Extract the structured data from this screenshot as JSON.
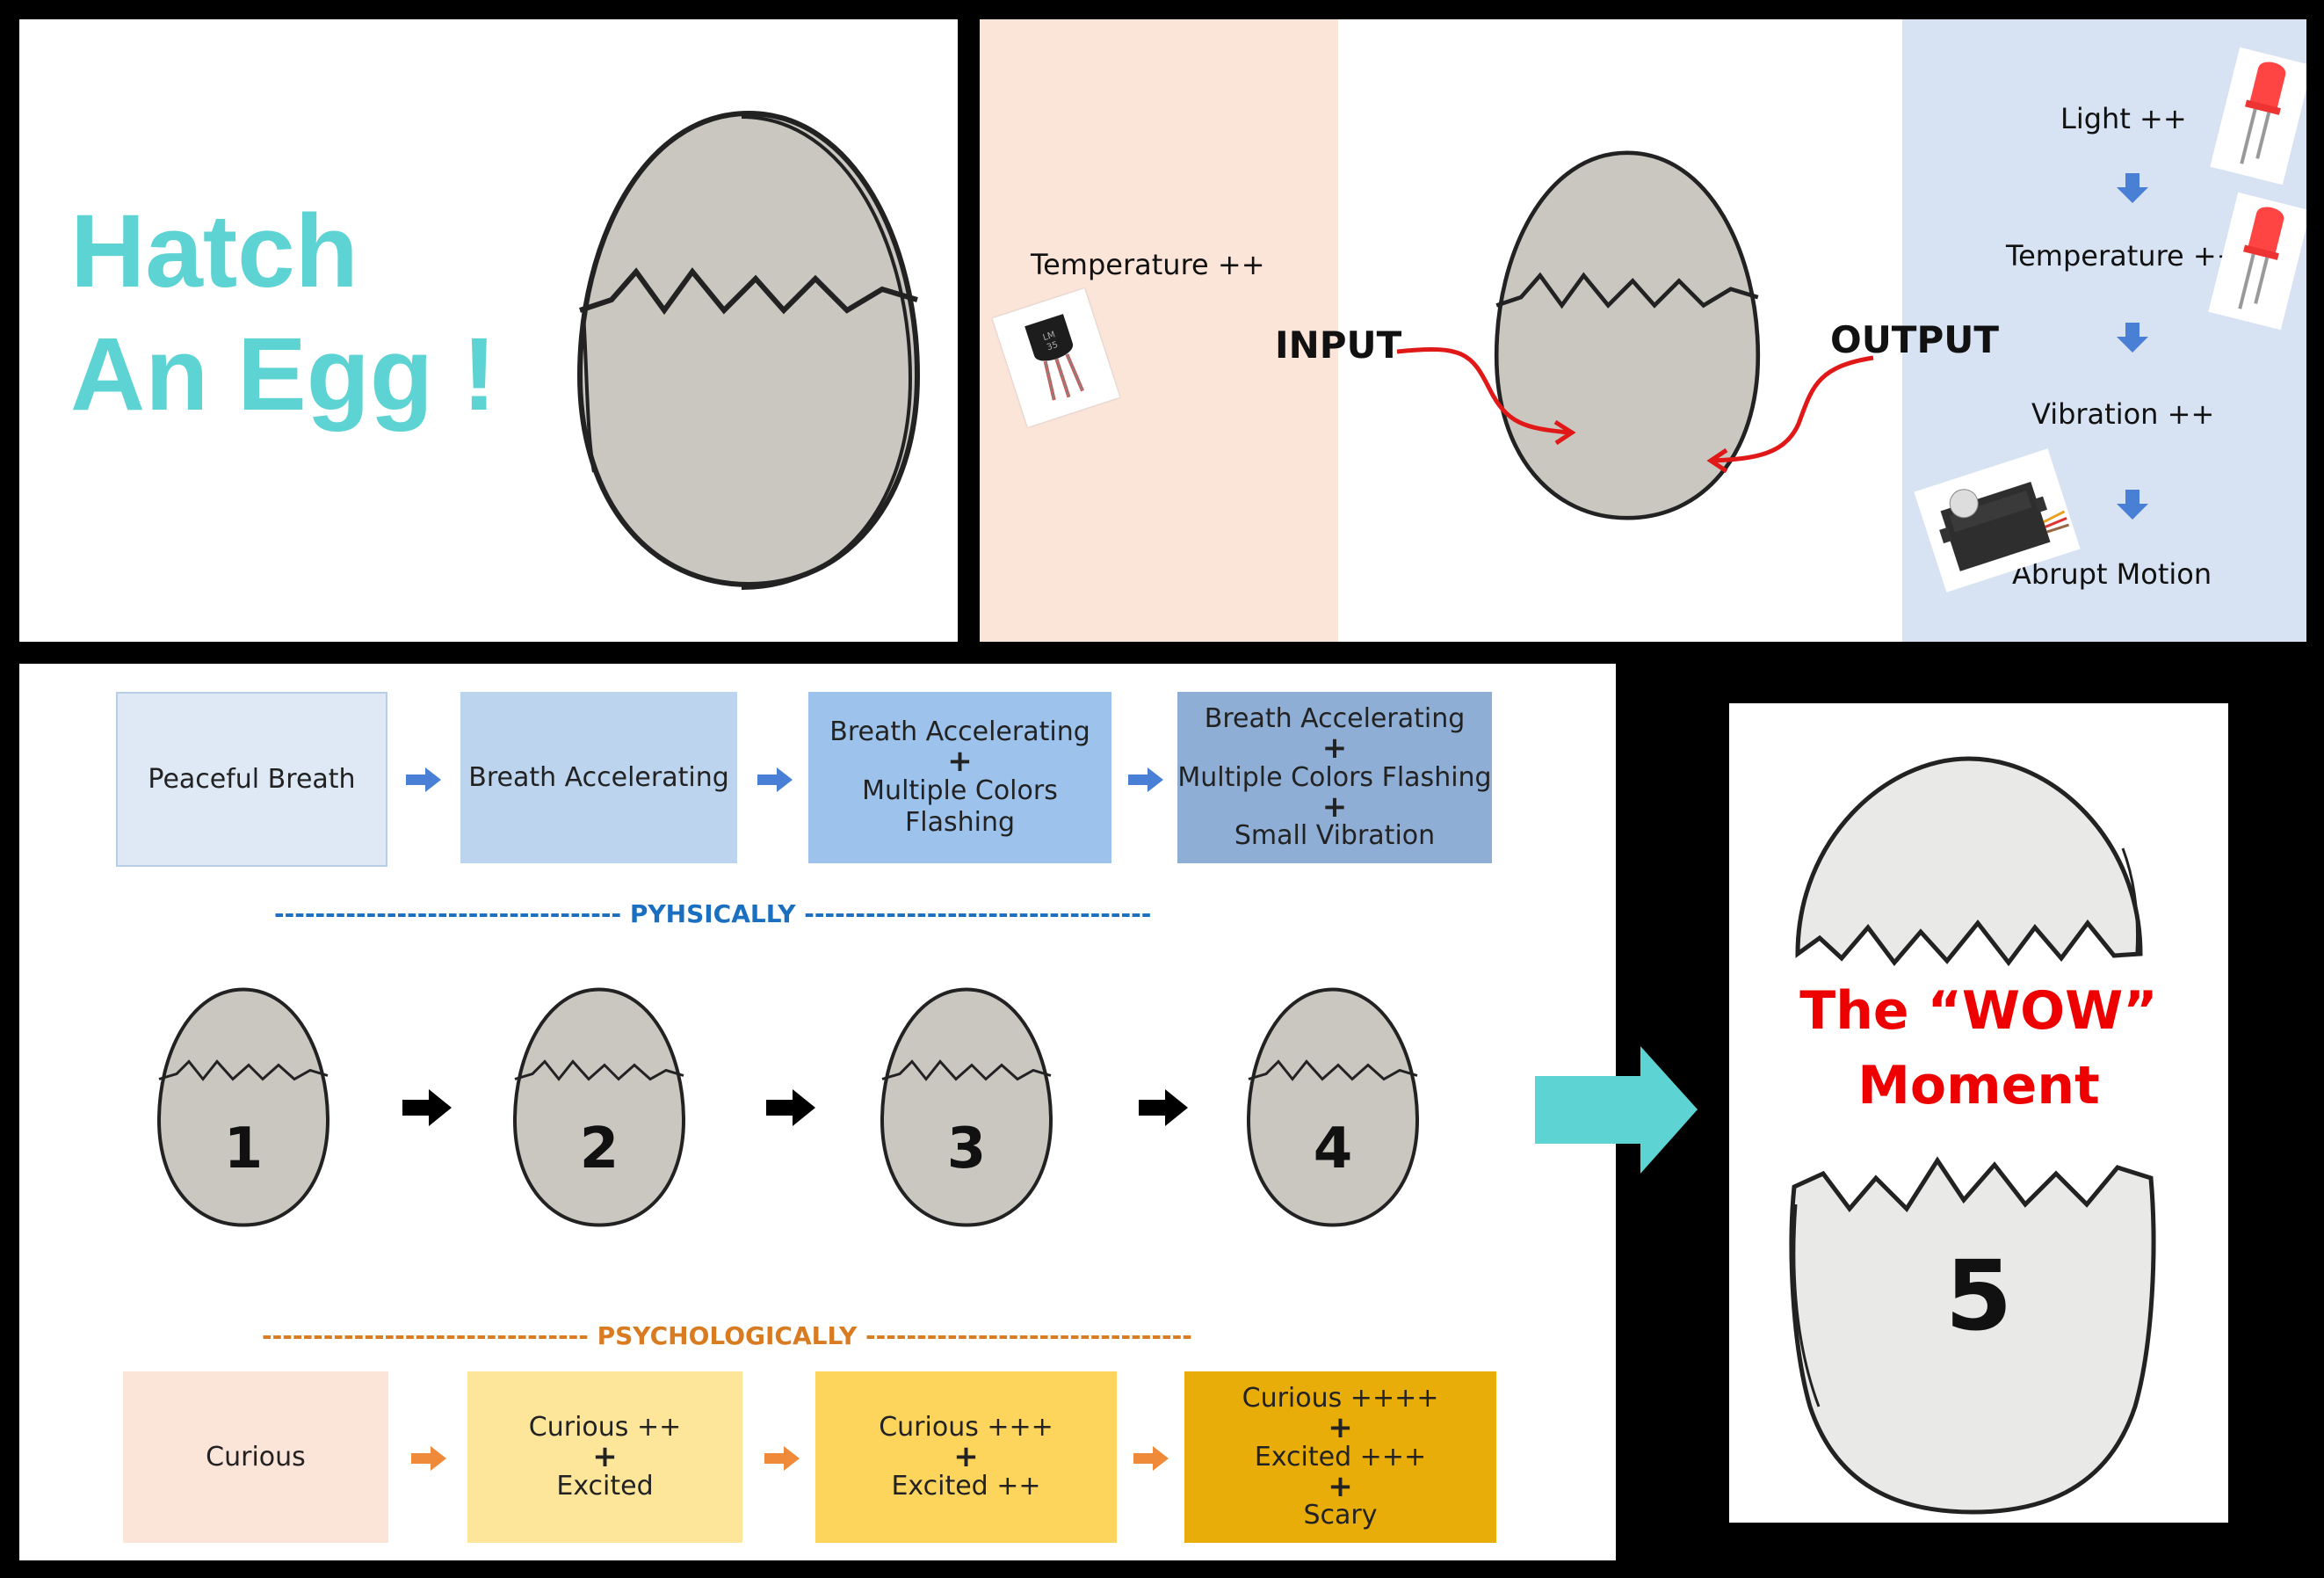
{
  "colors": {
    "accent_teal": "#5ed3d3",
    "input_bg": "#fbe4d8",
    "output_bg": "#d7e2f2",
    "phys_blue": "#1a6fc0",
    "psy_orange": "#d97b20",
    "wow_red": "#ee0000",
    "arrow_blue": "#4a7fd6",
    "arrow_orange": "#ee8a3a",
    "red_arrow": "#e01818"
  },
  "title_panel": {
    "line1": "Hatch",
    "line2": "An Egg !"
  },
  "io_panel": {
    "input_label": "INPUT",
    "output_label": "OUTPUT",
    "input_sensor": "Temperature ++",
    "sensor_icon": "temperature-sensor-icon",
    "outputs": [
      "Light ++",
      "Temperature ++",
      "Vibration ++",
      "Abrupt Motion"
    ],
    "output_icons": [
      "led-icon",
      "led-icon",
      "servo-motor-icon"
    ]
  },
  "stages_panel": {
    "physical_header": "---------------------------------- PYHSICALLY ----------------------------------",
    "psych_header": "-------------------------------- PSYCHOLOGICALLY --------------------------------",
    "physical_states": [
      {
        "lines": [
          "Peaceful Breath"
        ]
      },
      {
        "lines": [
          "Breath Accelerating"
        ]
      },
      {
        "lines": [
          "Breath Accelerating",
          "Multiple Colors Flashing"
        ]
      },
      {
        "lines": [
          "Breath Accelerating",
          "Multiple Colors Flashing",
          "Small Vibration"
        ]
      }
    ],
    "psych_states": [
      {
        "lines": [
          "Curious"
        ]
      },
      {
        "lines": [
          "Curious ++",
          "Excited"
        ]
      },
      {
        "lines": [
          "Curious +++",
          "Excited ++"
        ]
      },
      {
        "lines": [
          "Curious ++++",
          "Excited +++",
          "Scary"
        ]
      }
    ],
    "plus_sign": "+",
    "egg_numbers": [
      "1",
      "2",
      "3",
      "4"
    ]
  },
  "wow_panel": {
    "line1": "The “WOW”",
    "line2": "Moment",
    "number": "5"
  }
}
